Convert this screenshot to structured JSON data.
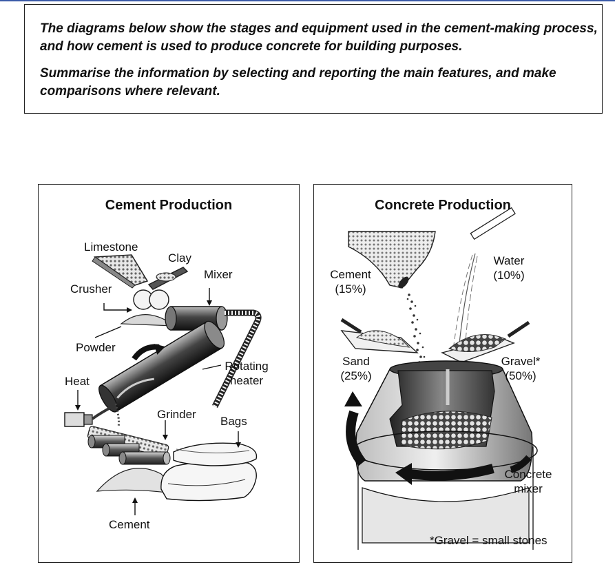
{
  "prompt": {
    "line1": "The diagrams below show the stages and equipment used in the cement-making process, and how cement is used to produce concrete for building purposes.",
    "line2": "Summarise the information by selecting and reporting the main features, and make comparisons where relevant."
  },
  "cement_panel": {
    "title": "Cement Production",
    "labels": {
      "limestone": "Limestone",
      "clay": "Clay",
      "crusher": "Crusher",
      "mixer": "Mixer",
      "powder": "Powder",
      "rotating": "Rotating",
      "heater": "heater",
      "heat": "Heat",
      "grinder": "Grinder",
      "bags": "Bags",
      "cement": "Cement"
    }
  },
  "concrete_panel": {
    "title": "Concrete Production",
    "labels": {
      "cement": "Cement",
      "cement_pct": "(15%)",
      "water": "Water",
      "water_pct": "(10%)",
      "sand": "Sand",
      "sand_pct": "(25%)",
      "gravel": "Gravel*",
      "gravel_pct": "(50%)",
      "concrete": "Concrete",
      "mixer": "mixer"
    },
    "footnote": "*Gravel = small stones"
  }
}
